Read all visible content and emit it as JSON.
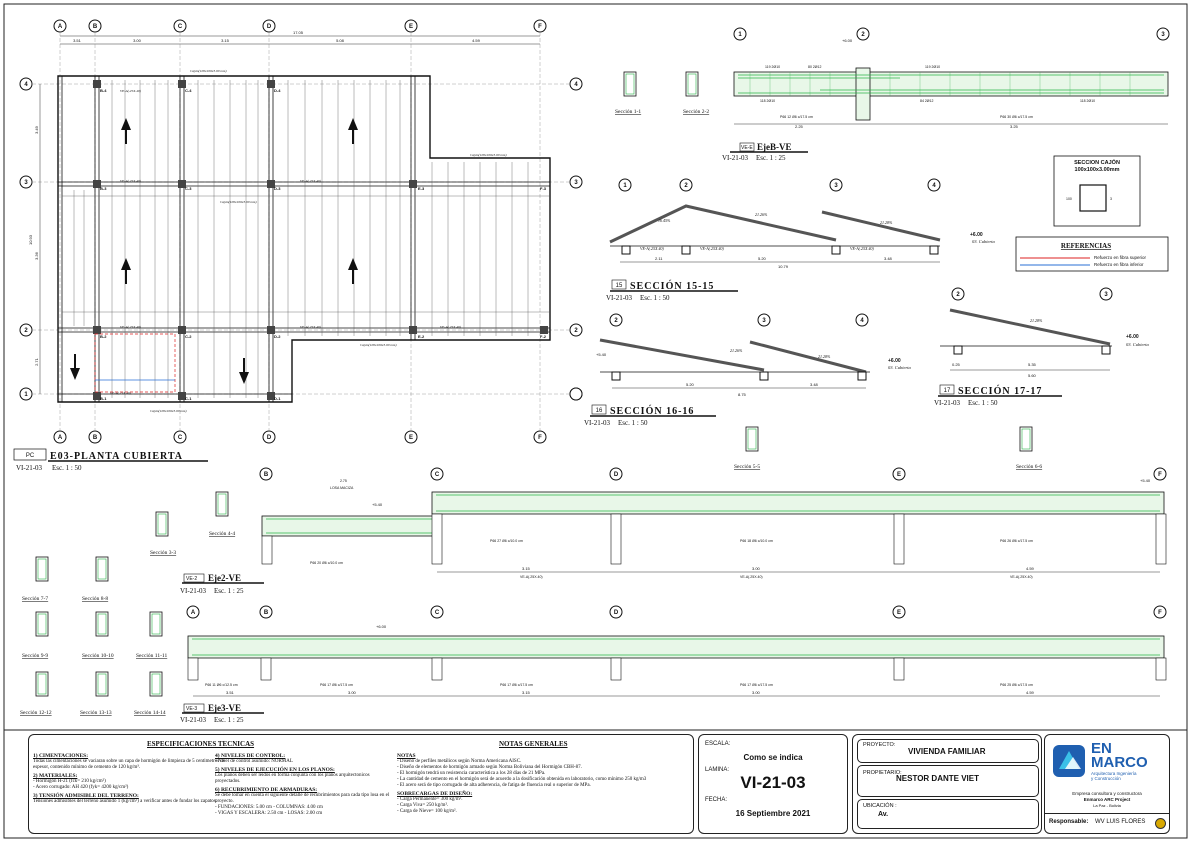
{
  "plan": {
    "columns_top": [
      "A",
      "B",
      "C",
      "D",
      "E",
      "F"
    ],
    "rows": [
      "4",
      "3",
      "2",
      "1"
    ],
    "dims_top": [
      "3.51",
      "3.00",
      "3.15",
      "5.08",
      "4.59"
    ],
    "total_dim": "17.05",
    "dims_left": [
      "3.49",
      "3.36",
      "2.71"
    ],
    "total_left": "10.93",
    "axis_labels": [
      "B-4",
      "C-4",
      "D-4",
      "E-3",
      "B-3",
      "C-3",
      "D-3",
      "E-3",
      "F-3",
      "B-2",
      "C-2",
      "D-2",
      "E-2",
      "F-2",
      "B-1",
      "C-1",
      "D-1"
    ],
    "beam_label": "VE-A(.25X.40)",
    "purlin_label": "Cajón(100x100x3.00 mm)",
    "tag_code": "PC",
    "title": "E03-PLANTA CUBIERTA",
    "sheet_ref": "VI-21-03",
    "scale": "Esc.  1 : 50"
  },
  "section_15": {
    "tag": "15",
    "title": "SECCIÓN 15-15",
    "sheet_ref": "VI-21-03",
    "scale": "Esc.  1 : 50",
    "axes": [
      "1",
      "2",
      "3",
      "4"
    ],
    "slopes": [
      "16.45%",
      "21.26%",
      "21.28%"
    ],
    "dims": [
      "2.11",
      "5.20",
      "3.48"
    ],
    "total": "10.79",
    "level": "+6.00",
    "level_label": "03. Cubierta",
    "beam": "VE-A(.25X.40)"
  },
  "section_16": {
    "tag": "16",
    "title": "SECCIÓN 16-16",
    "sheet_ref": "VI-21-03",
    "scale": "Esc.  1 : 50",
    "axes": [
      "2",
      "3",
      "4"
    ],
    "slopes": [
      "21.26%",
      "21.28%"
    ],
    "dims": [
      "5.20",
      "3.48"
    ],
    "total": "8.75",
    "level": "+6.00",
    "level_label": "03. Cubierta",
    "left_level": "+5.40"
  },
  "section_17": {
    "tag": "17",
    "title": "SECCIÓN 17-17",
    "sheet_ref": "VI-21-03",
    "scale": "Esc.  1 : 50",
    "axes": [
      "2",
      "3"
    ],
    "slope": "21.28%",
    "dims": [
      "0.25",
      "5.35"
    ],
    "total": "5.60",
    "level": "+6.00",
    "level_label": "03. Cubierta"
  },
  "cajon": {
    "title": "SECCION CAJÓN",
    "size": "100x100x3.00mm",
    "dim_w": "100",
    "dim_t": "3"
  },
  "references": {
    "title": "REFERENCIAS",
    "top": "Refuerzo en fibra superior",
    "bottom": "Refuerzo en fibra inferior"
  },
  "eje_b": {
    "tag": "VE-E",
    "title": "EjeB-VE",
    "sheet_ref": "VI-21-03",
    "scale": "Esc.  1 : 25",
    "axes": [
      "1",
      "2",
      "3"
    ],
    "level": "+6.00",
    "dims": [
      "2.25",
      "3.25"
    ],
    "total": "5.55",
    "sec1": "Sección 1-1",
    "sec2": "Sección 2-2",
    "bars": [
      "119 2Ø10",
      "80 2Ø12",
      "118 2Ø10",
      "84 2Ø12",
      "119 2Ø10",
      "118 2Ø10"
    ],
    "stirrups": "P66 12 Ø6 c/17.5 cm",
    "stirrups2": "P66 30 Ø6 c/17.5 cm"
  },
  "eje_2": {
    "tag": "VE-2",
    "title": "Eje2-VE",
    "sheet_ref": "VI-21-03",
    "scale": "Esc.  1 : 25",
    "axes": [
      "B",
      "C",
      "D",
      "E",
      "F"
    ],
    "level": "+5.40",
    "level2": "+5.40",
    "dims": [
      "3.15",
      "3.00",
      "4.59"
    ],
    "losa": "LOSA MACIZA",
    "losa_dim": "2.75",
    "sec3": "Sección 3-3",
    "sec4": "Sección 4-4",
    "sec5": "Sección 5-5",
    "sec6": "Sección 6-6",
    "stirrups": [
      "P66 20 Ø6 c/10.0 cm",
      "P66 27 Ø6 c/10.0 cm",
      "P66 18 Ø6 c/10.0 cm",
      "P66 26 Ø6 c/17.5 cm"
    ],
    "beam": "VE-A(.25X.40)"
  },
  "eje_3": {
    "tag": "VE-3",
    "title": "Eje3-VE",
    "sheet_ref": "VI-21-03",
    "scale": "Esc.  1 : 25",
    "axes": [
      "A",
      "B",
      "C",
      "D",
      "E",
      "F"
    ],
    "level": "+6.00",
    "dims": [
      "3.51",
      "3.00",
      "3.15",
      "3.00",
      "4.59"
    ],
    "stirrups": [
      "P66 11 Ø6 c/12.5 cm",
      "P66 17 Ø6 c/17.5 cm",
      "P66 17 Ø6 c/17.5 cm",
      "P66 17 Ø6 c/17.5 cm",
      "P66 25 Ø6 c/17.5 cm"
    ]
  },
  "small_sections": [
    "Sección 7-7",
    "Sección 8-8",
    "Sección 9-9",
    "Sección 10-10",
    "Sección 11-11",
    "Sección 12-12",
    "Sección 13-13",
    "Sección 14-14"
  ],
  "specs": {
    "title": "ESPECIFICACIONES    TECNICAS",
    "h1": "1) CIMENTACIONES:",
    "p1": "Todas las cimentaciones se vaciaran sobre un capa de hormigón de limpieza de 5 centimetros de espesor, contenido mínimo de cemento de 120 kg/m³.",
    "h2": "2) MATERIALES:",
    "p2a": "- Hormigón H-21 (fck= 210 kg/cm²)",
    "p2b": "- Acero corrugado: AH 420 (fyk= 4200 kg/cm²)",
    "h3": "3) TENSIÓN ADMISIBLE DEL TERRENO:",
    "p3": "Tensiones admisibles del terreno asumido 1 (kg/cm²) a verificar antes de fundar los zapatos.",
    "h4": "4) NIVELES DE CONTROL:",
    "p4": "- Nivel de control asumido: NORMAL",
    "h5": "5) NIVELES DE EJECUCIÓN EN LOS PLANOS:",
    "p5": "Los planos deben ser leídos en forma conjunta con los planos arquitectonicos proyectados.",
    "h6": "6) RECUBRIMIENTO DE ARMADURAS:",
    "p6": "Se debe tomar en cuenta el siguiente detalle de recubrimientos para cada tipo losa en el proyecto.",
    "p6a": "- FUNDACIONES:  5.00 cm       - COLUMNAS:  4.00 cm",
    "p6b": "- VIGAS Y ESCALERA:  2.50 cm       - LOSAS:  2.00 cm"
  },
  "notes": {
    "title": "NOTAS   GENERALES",
    "h": "NOTAS",
    "n1": "- Diseño de perfiles metálicos según Norma Americana AISC.",
    "n2": "- Diseño de elementos de hormigón armado según Norma Boliviana del Hormigón CBH-87.",
    "n3": "- El hormigón tendrá un resistencia característica a los 28 días de 21 MPa.",
    "n4": "- La cantidad de cemento en el hormigón será de acuerdo a la dosificación obtenida en laboratorio, como mínimo 250 kg/m3",
    "n5": "- El acero será de tipo corrugado de alta adherencia, de fatiga de fluencia real o superior de  MPa.",
    "h2": "SOBRECARGAS DE DISEÑO:",
    "s1": "- Carga Permanente= 300 kg/m².",
    "s2": "- Carga Viva= 250 kg/m².",
    "s3": "- Carga de Nieve= 100 kg/m²."
  },
  "title_block": {
    "escala_label": "ESCALA:",
    "escala": "Como se indica",
    "lamina_label": "LAMINA:",
    "lamina": "VI-21-03",
    "fecha_label": "FECHA:",
    "fecha": "16 Septiembre 2021",
    "proyecto_label": "PROYECTO:",
    "proyecto": "VIVIENDA FAMILIAR",
    "propietario_label": "PROPIETARIO:",
    "propietario": "NESTOR DANTE VIET",
    "ubicacion_label": "UBICACIÓN :",
    "ubicacion": "Av.",
    "logo_en": "EN",
    "logo_marco": "MARCO",
    "logo_tag1": "Arquitectura Ingeniería",
    "logo_tag2": "y Construcción",
    "empresa": "Empresa consultora y constructora",
    "empresa2": "Enmarco ARC Project",
    "empresa3": "La Paz - Bolivia",
    "responsable_label": "Responsable:",
    "responsable": "WV LUIS FLORES"
  },
  "colors": {
    "rebar": "#2bb34a",
    "concrete_fill": "#e8f7e8",
    "accent_red": "#d22",
    "accent_blue": "#2a6fd6",
    "logo_blue": "#1f5fb0"
  }
}
